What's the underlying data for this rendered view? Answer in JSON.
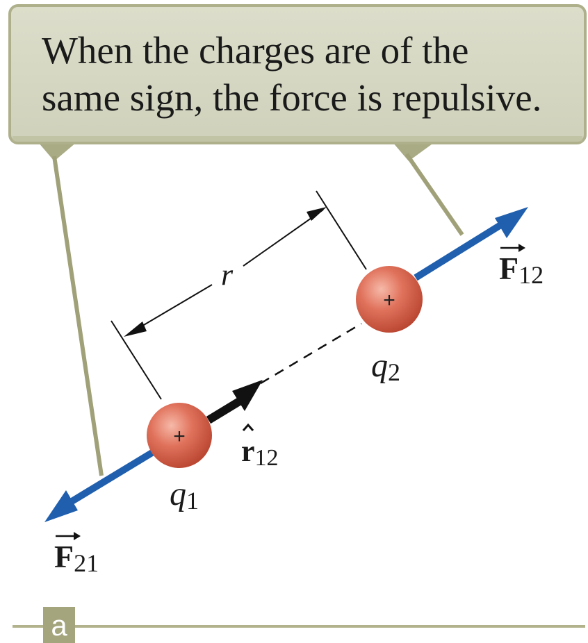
{
  "callout": {
    "line1": "When the charges are of the",
    "line2": "same sign, the force is repulsive."
  },
  "charges": {
    "q1": {
      "symbol": "q",
      "subscript": "1",
      "sign": "+"
    },
    "q2": {
      "symbol": "q",
      "subscript": "2",
      "sign": "+"
    }
  },
  "separation_label": "r",
  "unit_vector": {
    "symbol": "r",
    "subscript": "12"
  },
  "forces": {
    "f12": {
      "symbol": "F",
      "subscript": "12"
    },
    "f21": {
      "symbol": "F",
      "subscript": "21"
    }
  },
  "panel_label": "a",
  "colors": {
    "callout_fill": "#d8dac6",
    "callout_border": "#a9ab84",
    "leader": "#9d9e74",
    "force_arrow": "#1f5fae",
    "charge_fill": "#d8604e",
    "unit_arrow": "#111111",
    "panel_badge": "#a4a57d"
  }
}
